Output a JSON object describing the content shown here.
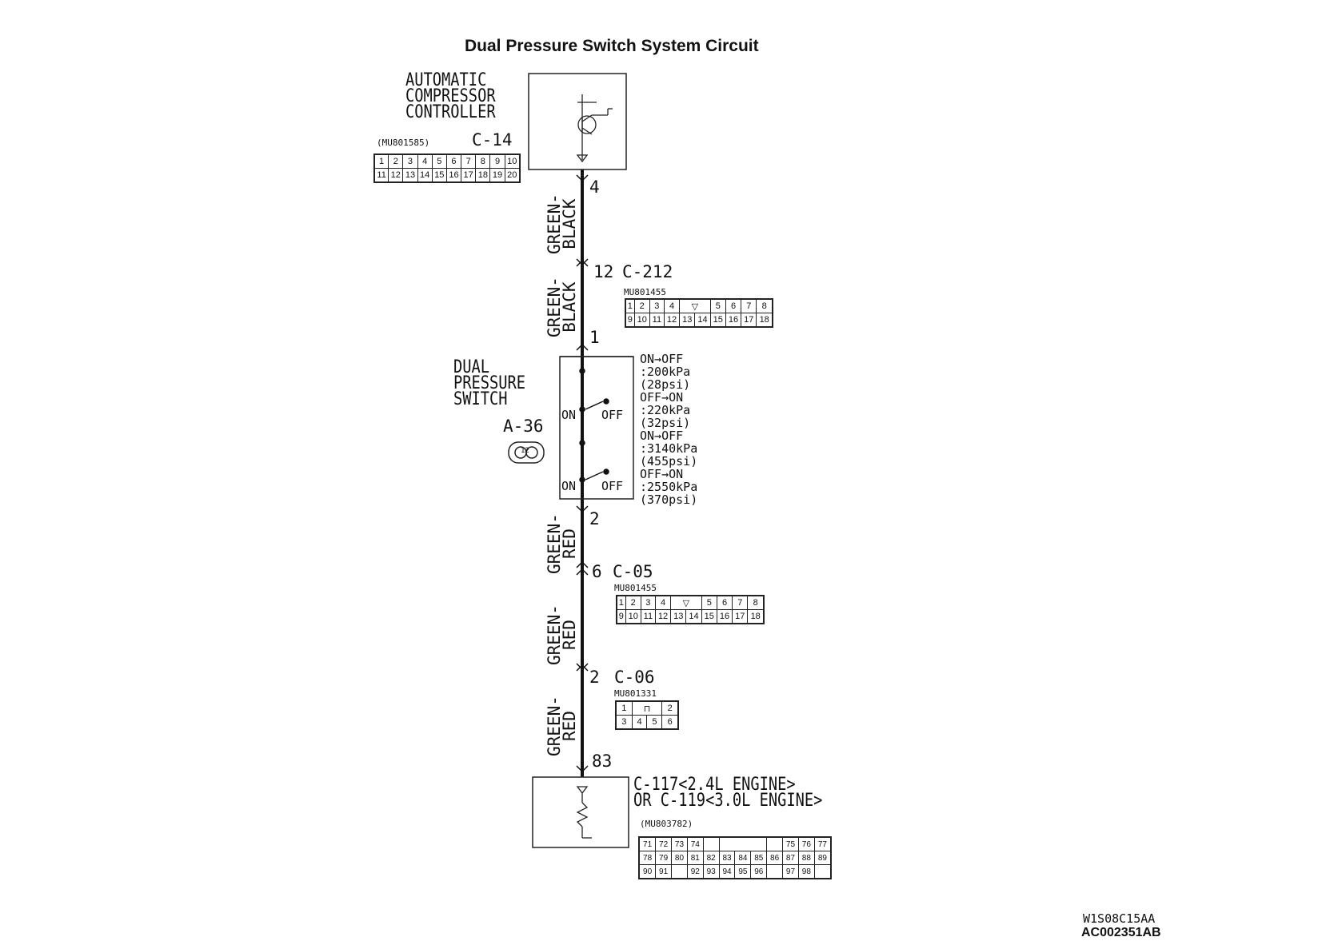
{
  "title": "Dual Pressure Switch System Circuit",
  "compressor_controller": {
    "label_lines": [
      "AUTOMATIC",
      "COMPRESSOR",
      "CONTROLLER"
    ],
    "part_no": "(MU801585)",
    "connector_id": "C-14",
    "pin": "4",
    "connector_rows": [
      [
        "1",
        "2",
        "3",
        "4",
        "5",
        "6",
        "7",
        "8",
        "9",
        "10"
      ],
      [
        "11",
        "12",
        "13",
        "14",
        "15",
        "16",
        "17",
        "18",
        "19",
        "20"
      ]
    ]
  },
  "wire_segments": [
    {
      "lines": [
        "GREEN-",
        "BLACK"
      ]
    },
    {
      "lines": [
        "GREEN-",
        "BLACK"
      ]
    },
    {
      "lines": [
        "GREEN-",
        "RED"
      ]
    },
    {
      "lines": [
        "GREEN-",
        "RED"
      ]
    },
    {
      "lines": [
        "GREEN-",
        "RED"
      ]
    }
  ],
  "connector_c212": {
    "pin_top": "12",
    "id": "C-212",
    "part_no": "MU801455",
    "pin_bottom": "1",
    "rows": [
      [
        "1",
        "2",
        "3",
        "4",
        "",
        "5",
        "6",
        "7",
        "8"
      ],
      [
        "9",
        "10",
        "11",
        "12",
        "13",
        "14",
        "15",
        "16",
        "17",
        "18"
      ]
    ]
  },
  "dual_pressure_switch": {
    "label_lines": [
      "DUAL",
      "PRESSURE",
      "SWITCH"
    ],
    "connector_id": "A-36",
    "connector_pins": "12",
    "on_label": "ON",
    "off_label": "OFF",
    "pin_bottom": "2",
    "specs": [
      "ON→OFF",
      ":200kPa",
      "(28psi)",
      "OFF→ON",
      ":220kPa",
      "(32psi)",
      "ON→OFF",
      ":3140kPa",
      "(455psi)",
      "OFF→ON",
      ":2550kPa",
      "(370psi)"
    ]
  },
  "connector_c05": {
    "pin": "6",
    "id": "C-05",
    "part_no": "MU801455",
    "rows": [
      [
        "1",
        "2",
        "3",
        "4",
        "",
        "5",
        "6",
        "7",
        "8"
      ],
      [
        "9",
        "10",
        "11",
        "12",
        "13",
        "14",
        "15",
        "16",
        "17",
        "18"
      ]
    ]
  },
  "connector_c06": {
    "pin": "2",
    "id": "C-06",
    "part_no": "MU801331",
    "rows": [
      [
        "1",
        "",
        "2"
      ],
      [
        "3",
        "4",
        "5",
        "6"
      ]
    ]
  },
  "ecm": {
    "pin": "83",
    "label_lines": [
      "C-117<2.4L ENGINE>",
      "OR C-119<3.0L ENGINE>"
    ],
    "part_no": "(MU803782)",
    "rows": [
      [
        "71",
        "72",
        "73",
        "74",
        "",
        "",
        "",
        "75",
        "76",
        "77"
      ],
      [
        "78",
        "79",
        "80",
        "81",
        "82",
        "83",
        "84",
        "85",
        "86",
        "87",
        "88",
        "89"
      ],
      [
        "90",
        "91",
        "",
        "92",
        "93",
        "94",
        "95",
        "96",
        "",
        "97",
        "98"
      ]
    ]
  },
  "footer": {
    "code1": "W1S08C15AA",
    "code2": "AC002351AB"
  },
  "colors": {
    "line": "#111111",
    "background": "#ffffff"
  }
}
